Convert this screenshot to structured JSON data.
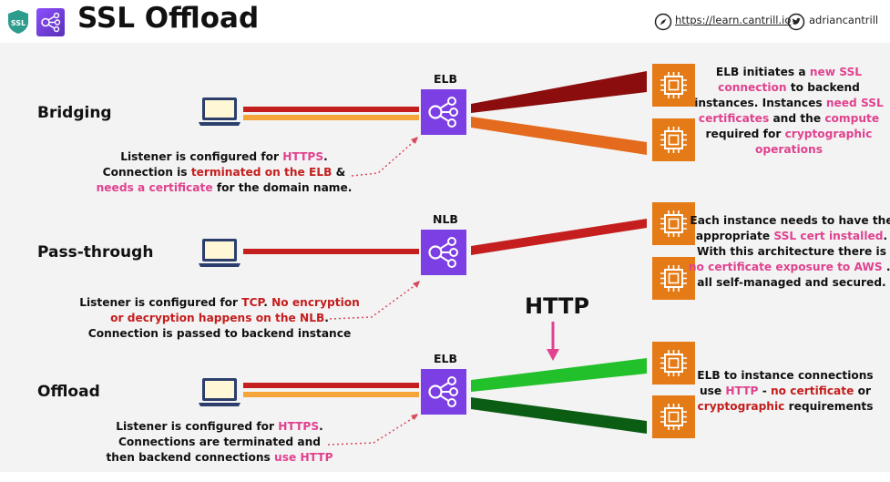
{
  "header": {
    "title": "SSL Offload",
    "badge_text": "SSL",
    "url": "https://learn.cantrill.io",
    "handle": "adriancantrill"
  },
  "colors": {
    "dark_red": "#8b0d0d",
    "red": "#c41e1e",
    "orange": "#e46a1d",
    "light_orange": "#f6a53a",
    "green": "#22c02b",
    "dark_green": "#0c5d14",
    "pink": "#e0428f",
    "elb_purple": "#7b3fe4",
    "ec2_orange": "#e57b16"
  },
  "sections": [
    {
      "label": "Bridging",
      "lb": "ELB",
      "listener": [
        [
          {
            "t": "Listener is configured for "
          },
          {
            "t": "HTTPS",
            "c": "pink"
          },
          {
            "t": "."
          }
        ],
        [
          {
            "t": "Connection is "
          },
          {
            "t": "terminated on the ELB",
            "c": "red"
          },
          {
            "t": " &"
          }
        ],
        [
          {
            "t": "needs a certificate",
            "c": "pink"
          },
          {
            "t": " for the domain name."
          }
        ]
      ],
      "note": [
        [
          {
            "t": "ELB initiates a "
          },
          {
            "t": "new SSL",
            "c": "pink"
          }
        ],
        [
          {
            "t": "connection",
            "c": "pink"
          },
          {
            "t": " to backend"
          }
        ],
        [
          {
            "t": "instances. Instances "
          },
          {
            "t": "need SSL",
            "c": "pink"
          }
        ],
        [
          {
            "t": "certificates",
            "c": "pink"
          },
          {
            "t": " and the "
          },
          {
            "t": "compute",
            "c": "pink"
          }
        ],
        [
          {
            "t": "required for "
          },
          {
            "t": "cryptographic",
            "c": "pink"
          }
        ],
        [
          {
            "t": "operations",
            "c": "pink"
          }
        ]
      ]
    },
    {
      "label": "Pass-through",
      "lb": "NLB",
      "listener": [
        [
          {
            "t": "Listener is configured for "
          },
          {
            "t": "TCP",
            "c": "red"
          },
          {
            "t": ". "
          },
          {
            "t": "No encryption",
            "c": "red"
          }
        ],
        [
          {
            "t": "or decryption happens on the NLB",
            "c": "red"
          },
          {
            "t": "."
          }
        ],
        [
          {
            "t": "Connection is passed to backend instance"
          }
        ]
      ],
      "note": [
        [
          {
            "t": "Each instance needs to have the"
          }
        ],
        [
          {
            "t": "appropriate "
          },
          {
            "t": "SSL cert installed",
            "c": "pink"
          },
          {
            "t": "."
          }
        ],
        [
          {
            "t": "With this architecture there is"
          }
        ],
        [
          {
            "t": "no certificate exposure to AWS",
            "c": "pink"
          },
          {
            "t": " .."
          }
        ],
        [
          {
            "t": "all self-managed and secured."
          }
        ]
      ]
    },
    {
      "label": "Offload",
      "lb": "ELB",
      "listener": [
        [
          {
            "t": "Listener is configured for "
          },
          {
            "t": "HTTPS",
            "c": "pink"
          },
          {
            "t": "."
          }
        ],
        [
          {
            "t": "Connections are terminated and"
          }
        ],
        [
          {
            "t": "then backend connections "
          },
          {
            "t": "use HTTP",
            "c": "pink"
          }
        ]
      ],
      "note": [
        [
          {
            "t": "ELB to instance connections"
          }
        ],
        [
          {
            "t": "use "
          },
          {
            "t": "HTTP",
            "c": "pink"
          },
          {
            "t": " - "
          },
          {
            "t": "no certificate",
            "c": "red"
          },
          {
            "t": " or"
          }
        ],
        [
          {
            "t": "cryptographic",
            "c": "red"
          },
          {
            "t": " requirements"
          }
        ]
      ]
    }
  ],
  "http_label": "HTTP"
}
